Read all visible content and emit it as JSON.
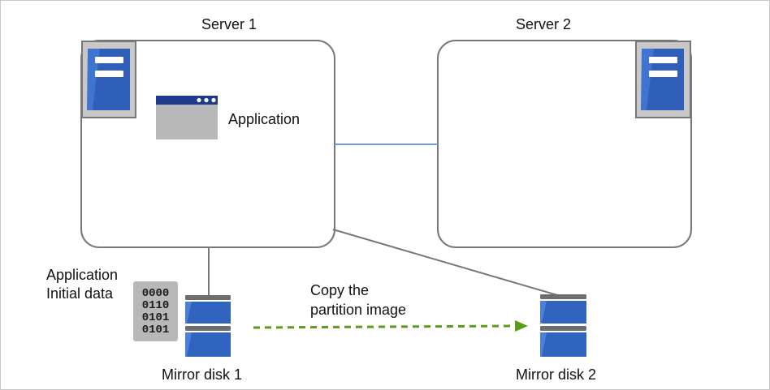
{
  "servers": [
    {
      "title": "Server 1"
    },
    {
      "title": "Server 2"
    }
  ],
  "application": {
    "label": "Application"
  },
  "initial_data": {
    "line1": "Application",
    "line2": "Initial data",
    "bits": [
      "0000",
      "0110",
      "0101",
      "0101"
    ]
  },
  "disks": [
    {
      "label": "Mirror disk 1"
    },
    {
      "label": "Mirror disk 2"
    }
  ],
  "copy_arrow": {
    "line1": "Copy the",
    "line2": "partition image"
  },
  "colors": {
    "server_border": "#777777",
    "server_icon_blue": "#2f5fb8",
    "network_line": "#6f9ae0",
    "disk_blue": "#2f63bd",
    "disk_cap": "#6e6e6e",
    "copy_arrow": "#5a9b1a",
    "app_window_gray": "#b8b8b8",
    "app_window_titlebar": "#1f3a8c"
  }
}
